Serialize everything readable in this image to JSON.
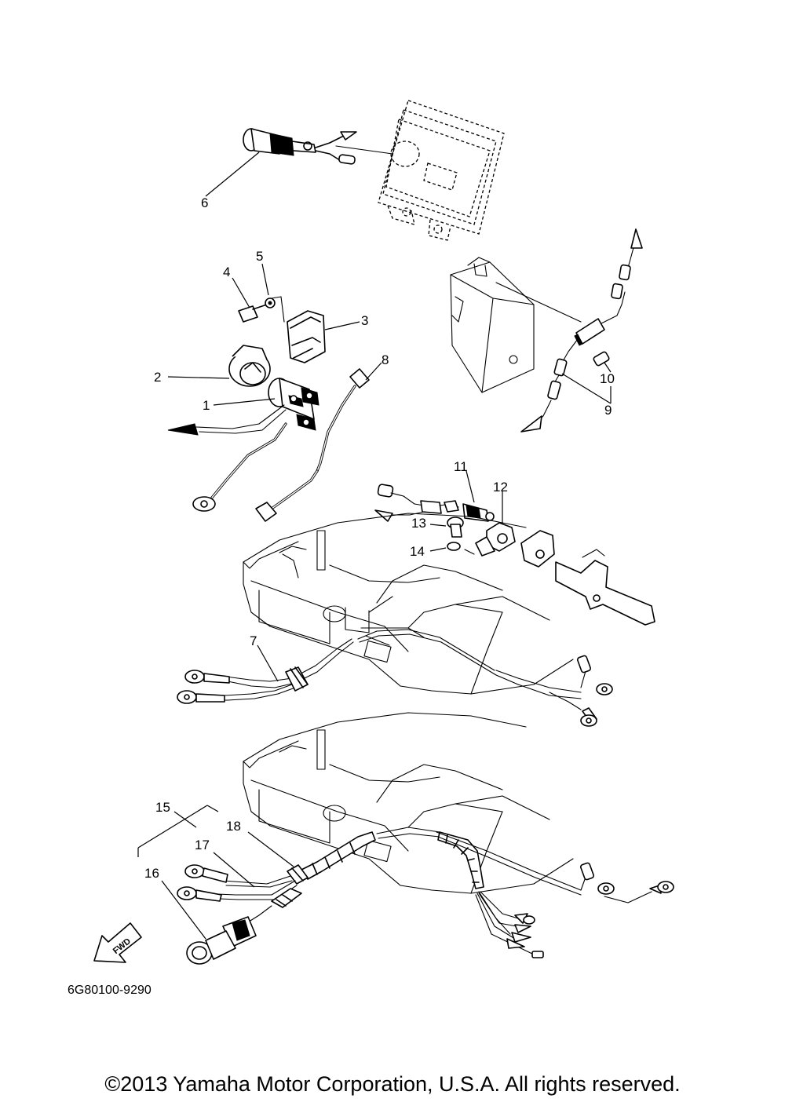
{
  "diagram_code": "6G80100-9290",
  "fwd_label": "FWD",
  "copyright": "©2013 Yamaha Motor Corporation, U.S.A. All rights reserved.",
  "callouts": {
    "c1": "1",
    "c2": "2",
    "c3": "3",
    "c4": "4",
    "c5": "5",
    "c6": "6",
    "c7": "7",
    "c8": "8",
    "c9": "9",
    "c10": "10",
    "c11": "11",
    "c12": "12",
    "c13": "13",
    "c14": "14",
    "c15": "15",
    "c16": "16",
    "c17": "17",
    "c18": "18"
  }
}
